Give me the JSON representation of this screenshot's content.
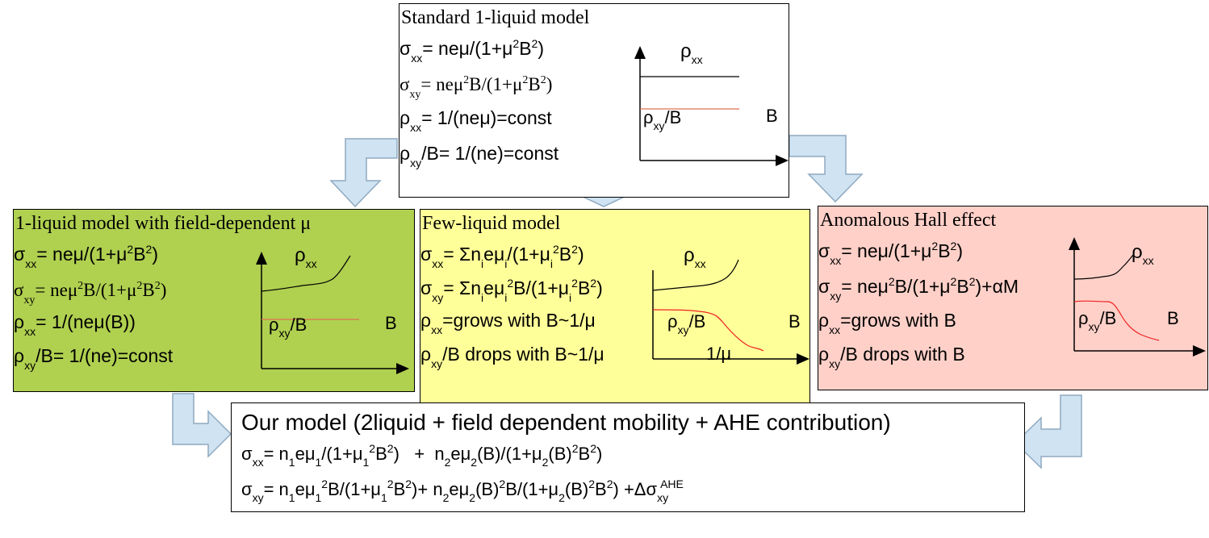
{
  "colors": {
    "green_box": "#b0d050",
    "yellow_box": "#ffff99",
    "pink_box": "#ffd0c8",
    "arrow_fill": "#cfe3f2",
    "arrow_stroke": "#8fa9c0",
    "rho_xy_line": "#e07050",
    "red_curve": "#ee2222"
  },
  "standard": {
    "title": "Standard 1-liquid model",
    "eq1": {
      "a": "σ",
      "a_sub": "xx",
      "b": "= neμ/(1+μ",
      "b_sup": "2",
      "c": "B",
      "c_sup": "2",
      "d": ")"
    },
    "eq2": {
      "a": "σ",
      "a_sub": "xy",
      "b": "= neμ",
      "b_sup": "2",
      "c": "B/(1+μ",
      "c_sup": "2",
      "d": "B",
      "d_sup": "2",
      "e": ")"
    },
    "eq3": {
      "a": "ρ",
      "a_sub": "xx",
      "b": "= 1/(neμ)=const"
    },
    "eq4": {
      "a": "ρ",
      "a_sub": "xy",
      "b": "/B= 1/(ne)=const"
    },
    "plot": {
      "rho_xx": "ρ",
      "rho_xx_sub": "xx",
      "rho_xy": "ρ",
      "rho_xy_sub": "xy",
      "rho_xy_tail": "/B",
      "x_label": "B"
    }
  },
  "field_dependent": {
    "title": "1-liquid model with field-dependent μ",
    "eq1": {
      "a": "σ",
      "a_sub": "xx",
      "b": "= neμ/(1+μ",
      "b_sup": "2",
      "c": "B",
      "c_sup": "2",
      "d": ")"
    },
    "eq2": {
      "a": "σ",
      "a_sub": "xy",
      "b": "= neμ",
      "b_sup": "2",
      "c": "B/(1+μ",
      "c_sup": "2",
      "d": "B",
      "d_sup": "2",
      "e": ")"
    },
    "eq3": {
      "a": "ρ",
      "a_sub": "xx",
      "b": "= 1/(neμ(B))"
    },
    "eq4": {
      "a": "ρ",
      "a_sub": "xy",
      "b": "/B= 1/(ne)=const"
    },
    "plot": {
      "rho_xx": "ρ",
      "rho_xx_sub": "xx",
      "rho_xy": "ρ",
      "rho_xy_sub": "xy",
      "rho_xy_tail": "/B",
      "x_label": "B"
    }
  },
  "few_liquid": {
    "title": "Few-liquid model",
    "eq1": {
      "a": "σ",
      "a_sub": "xx",
      "b": "= Σn",
      "b_sub": "i",
      "c": "eμ",
      "c_sub": "i",
      "d": "/(1+μ",
      "d_sub": "i",
      "d_sup": "2",
      "e": "B",
      "e_sup": "2",
      "f": ")"
    },
    "eq2": {
      "a": "σ",
      "a_sub": "xy",
      "b": "= Σn",
      "b_sub": "i",
      "c": "eμ",
      "c_sub": "i",
      "c_sup": "2",
      "d": "B/(1+μ",
      "d_sub": "i",
      "d_sup": "2",
      "e": "B",
      "e_sup": "2",
      "f": ")"
    },
    "eq3": {
      "a": "ρ",
      "a_sub": "xx",
      "b": "=grows with B~1/μ"
    },
    "eq4": {
      "a": "ρ",
      "a_sub": "xy",
      "b": "/B drops with B~1/μ"
    },
    "plot": {
      "rho_xx": "ρ",
      "rho_xx_sub": "xx",
      "rho_xy": "ρ",
      "rho_xy_sub": "xy",
      "rho_xy_tail": "/B",
      "x_label": "B",
      "mu_label": "1/μ"
    }
  },
  "ahe": {
    "title": "Anomalous Hall effect",
    "eq1": {
      "a": "σ",
      "a_sub": "xx",
      "b": "= neμ/(1+μ",
      "b_sup": "2",
      "c": "B",
      "c_sup": "2",
      "d": ")"
    },
    "eq2": {
      "a": "σ",
      "a_sub": "xy",
      "b": "= neμ",
      "b_sup": "2",
      "c": "B/(1+μ",
      "c_sup": "2",
      "d": "B",
      "d_sup": "2",
      "e": ")+αM"
    },
    "eq3": {
      "a": "ρ",
      "a_sub": "xx",
      "b": "=grows with B"
    },
    "eq4": {
      "a": "ρ",
      "a_sub": "xy",
      "b": "/B drops with B"
    },
    "plot": {
      "rho_xx": "ρ",
      "rho_xx_sub": "xx",
      "rho_xy": "ρ",
      "rho_xy_sub": "xy",
      "rho_xy_tail": "/B",
      "x_label": "B"
    }
  },
  "our_model": {
    "title": "Our model (2liquid + field dependent mobility + AHE contribution)",
    "eq1": {
      "a": "σ",
      "a_sub": "xx",
      "b": "= n",
      "b_sub": "1",
      "c": "eμ",
      "c_sub": "1",
      "d": "/(1+μ",
      "d_sub": "1",
      "d_sup": "2",
      "e": "B",
      "e_sup": "2",
      "f": ")   +  n",
      "f_sub": "2",
      "g": "eμ",
      "g_sub": "2",
      "h": "(B)/(1+μ",
      "h_sub": "2",
      "i": "(B)",
      "i_sup": "2",
      "j": "B",
      "j_sup": "2",
      "k": ")"
    },
    "eq2": {
      "a": "σ",
      "a_sub": "xy",
      "b": "= n",
      "b_sub": "1",
      "c": "eμ",
      "c_sub": "1",
      "c_sup": "2",
      "d": "B/(1+μ",
      "d_sub": "1",
      "d_sup": "2",
      "e": "B",
      "e_sup": "2",
      "f": ")+ n",
      "f_sub": "2",
      "g": "eμ",
      "g_sub": "2",
      "h": "(B)",
      "h_sup": "2",
      "i": "B/(1+μ",
      "i_sub": "2",
      "j": "(B)",
      "j_sup": "2",
      "k": "B",
      "k_sup": "2",
      "l": ") +Δσ",
      "l_sub": "xy",
      "l_sup": "AHE"
    }
  }
}
